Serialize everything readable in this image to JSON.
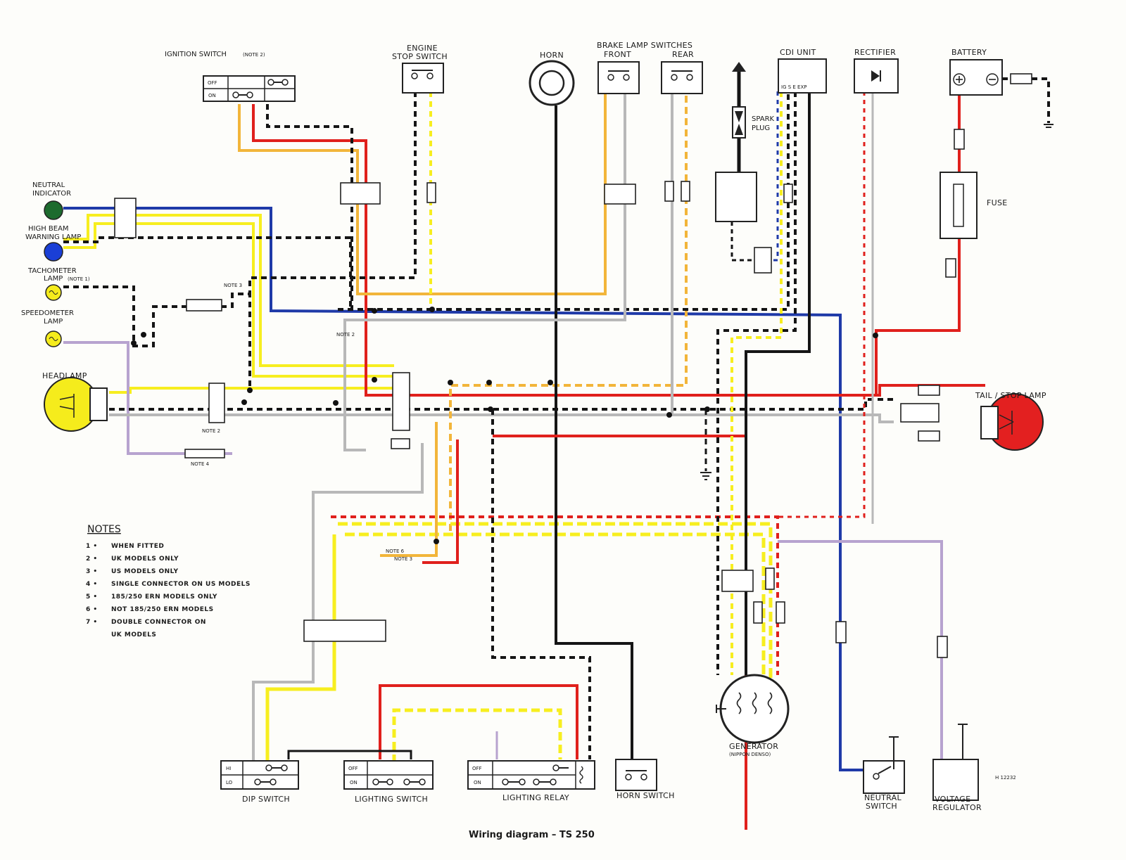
{
  "labels": {
    "ignition_switch": "IGNITION SWITCH",
    "ignition_note": "(NOTE 2)",
    "engine": "ENGINE",
    "stop_switch": "STOP SWITCH",
    "horn": "HORN",
    "brake_lamp_switches": "BRAKE LAMP SWITCHES",
    "front": "FRONT",
    "rear": "REAR",
    "cdi_unit": "CDI UNIT",
    "cdi_terminals": "IG S E EXP",
    "rectifier": "RECTIFIER",
    "battery": "BATTERY",
    "spark": "SPARK",
    "plug": "PLUG",
    "fuse": "FUSE",
    "neutral_indicator_1": "NEUTRAL",
    "neutral_indicator_2": "INDICATOR",
    "high_beam_1": "HIGH BEAM",
    "high_beam_2": "WARNING LAMP",
    "tacho_1": "TACHOMETER",
    "tacho_2": "LAMP",
    "tacho_note": "(NOTE 1)",
    "speedo_1": "SPEEDOMETER",
    "speedo_2": "LAMP",
    "headlamp": "HEADLAMP",
    "tail_stop_lamp": "TAIL / STOP LAMP",
    "note3_a": "NOTE 3",
    "note2_a": "NOTE 2",
    "note2_b": "NOTE 2",
    "note4": "NOTE 4",
    "note6": "NOTE 6",
    "note3_b": "NOTE 3",
    "off": "OFF",
    "on": "ON",
    "hi": "HI",
    "lo": "LO",
    "dip_switch": "DIP SWITCH",
    "lighting_switch": "LIGHTING SWITCH",
    "lighting_relay": "LIGHTING RELAY",
    "horn_switch": "HORN SWITCH",
    "generator": "GENERATOR",
    "generator_sub": "(NIPPON DENSO)",
    "neutral_switch_1": "NEUTRAL",
    "neutral_switch_2": "SWITCH",
    "voltage_regulator_1": "VOLTAGE",
    "voltage_regulator_2": "REGULATOR",
    "ref_code": "H 12232",
    "caption": "Wiring diagram – TS 250"
  },
  "notes": {
    "title": "NOTES",
    "items": [
      {
        "num": "1",
        "text": "WHEN FITTED"
      },
      {
        "num": "2",
        "text": "UK MODELS ONLY"
      },
      {
        "num": "3",
        "text": "US MODELS ONLY"
      },
      {
        "num": "4",
        "text": "SINGLE CONNECTOR ON US MODELS"
      },
      {
        "num": "5",
        "text": "185/250 ERN MODELS ONLY"
      },
      {
        "num": "6",
        "text": "NOT 185/250 ERN MODELS"
      },
      {
        "num": "7",
        "text": "DOUBLE CONNECTOR ON"
      },
      {
        "num": "",
        "text": "UK MODELS"
      }
    ]
  },
  "colors": {
    "yellow": "#f7ee1f",
    "orange": "#f2b53a",
    "red": "#e0201c",
    "blue": "#1f3aa8",
    "black": "#151515",
    "grey": "#b8b8b8",
    "lilac": "#b7a3cf",
    "green": "#1d6b2e",
    "lamp_yellow": "#f5ec1c",
    "lamp_red": "#e32020",
    "lamp_blue": "#1a3fd6"
  }
}
